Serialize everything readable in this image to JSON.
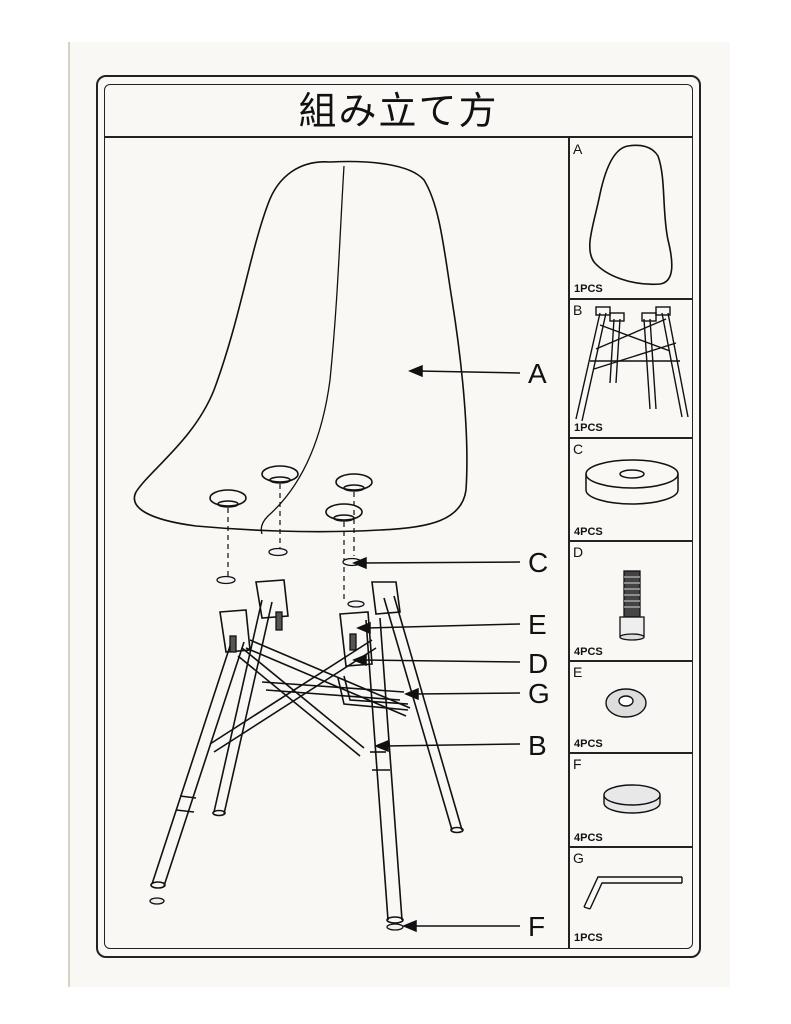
{
  "title": "組み立て方",
  "callouts": {
    "a": "A",
    "c": "C",
    "e": "E",
    "d": "D",
    "g": "G",
    "b": "B",
    "f": "F"
  },
  "parts": [
    {
      "letter": "A",
      "qty": "1PCS",
      "icon": "seat-shell-icon"
    },
    {
      "letter": "B",
      "qty": "1PCS",
      "icon": "leg-frame-icon"
    },
    {
      "letter": "C",
      "qty": "4PCS",
      "icon": "pad-icon"
    },
    {
      "letter": "D",
      "qty": "4PCS",
      "icon": "screw-icon"
    },
    {
      "letter": "E",
      "qty": "4PCS",
      "icon": "washer-icon"
    },
    {
      "letter": "F",
      "qty": "4PCS",
      "icon": "foot-cap-icon"
    },
    {
      "letter": "G",
      "qty": "1PCS",
      "icon": "hex-key-icon"
    }
  ]
}
